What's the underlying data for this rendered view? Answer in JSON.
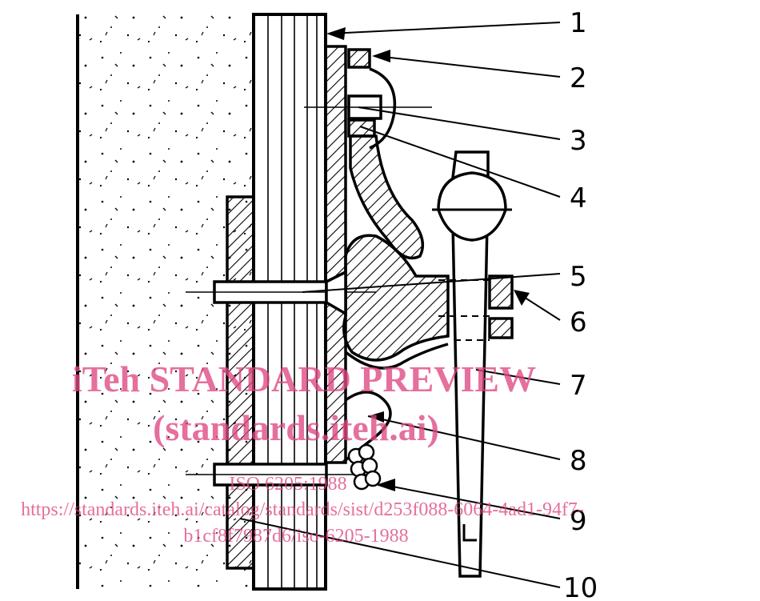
{
  "callouts": [
    "1",
    "2",
    "3",
    "4",
    "5",
    "6",
    "7",
    "8",
    "9",
    "10"
  ],
  "watermark": {
    "title": "iTeh STANDARD PREVIEW",
    "subtitle": "(standards.iteh.ai)",
    "code": "ISO 6205:1988",
    "url_line1": "https://standards.iteh.ai/catalog/standards/sist/d253f088-6064-4ad1-94f7-",
    "url_line2": "b1cf8f7987d6/iso-6205-1988"
  }
}
